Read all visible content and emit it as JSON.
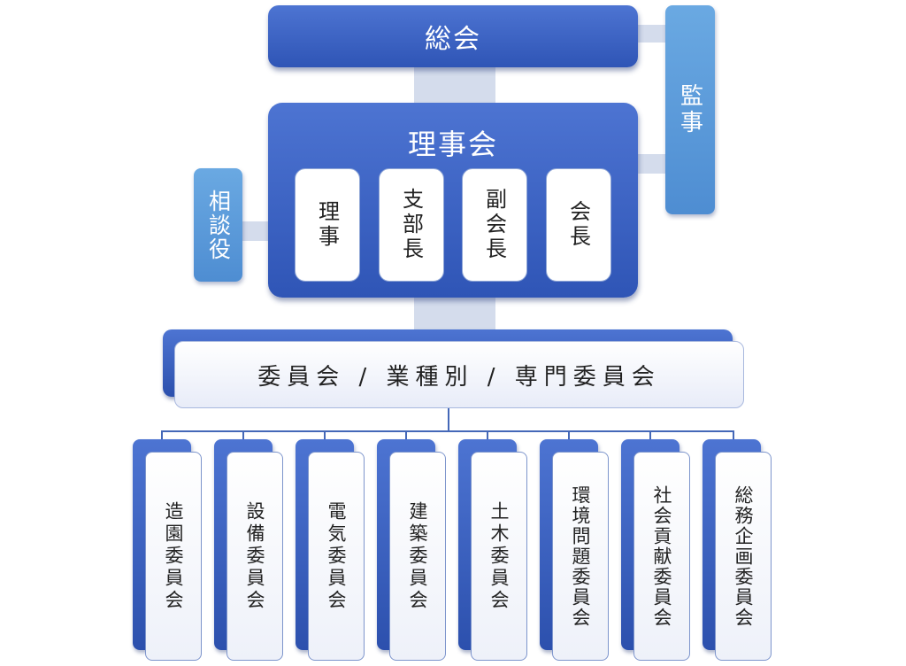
{
  "general_assembly": "総会",
  "auditor": "監事",
  "board": {
    "title": "理事会",
    "members": [
      "理事",
      "支部長",
      "副会長",
      "会長"
    ]
  },
  "advisor": "相談役",
  "committee_header": "委員会 / 業種別 / 専門委員会",
  "committees": [
    "造園委員会",
    "設備委員会",
    "電気委員会",
    "建築委員会",
    "土木委員会",
    "環境問題委員会",
    "社会貢献委員会",
    "総務企画委員会"
  ]
}
